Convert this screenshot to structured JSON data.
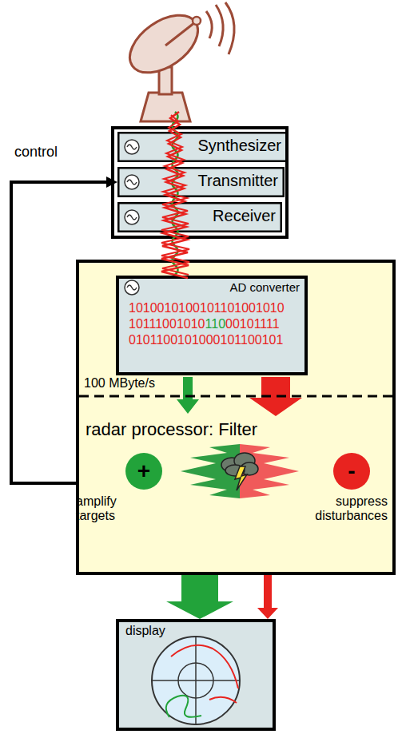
{
  "diagram": {
    "nodes": [
      {
        "text": [
          "Synthesizer"
        ]
      },
      {
        "text": [
          "Transmitter"
        ]
      },
      {
        "text": [
          "Receiver"
        ]
      },
      {
        "text": [
          "radar processor: Filter"
        ]
      },
      {
        "text": [
          "AD converter"
        ],
        "in": 3
      },
      {
        "text": [
          "+",
          "amplify targets"
        ],
        "in": 3
      },
      {
        "text": [
          "-",
          "suppress disturbances"
        ],
        "in": 3
      },
      {
        "text": [
          "display"
        ]
      }
    ],
    "edges": [
      {
        "from": 3,
        "to": 1,
        "arrow": "to",
        "label": "control"
      },
      {
        "from": 3,
        "to": 7,
        "arrow": "to"
      },
      {
        "from": 3,
        "to": 7,
        "arrow": "to"
      }
    ],
    "labels": [
      "1010010100101101001010",
      "10111001010",
      "110",
      "00101111",
      "0101100101000101100101",
      "100 MByte/s"
    ]
  }
}
